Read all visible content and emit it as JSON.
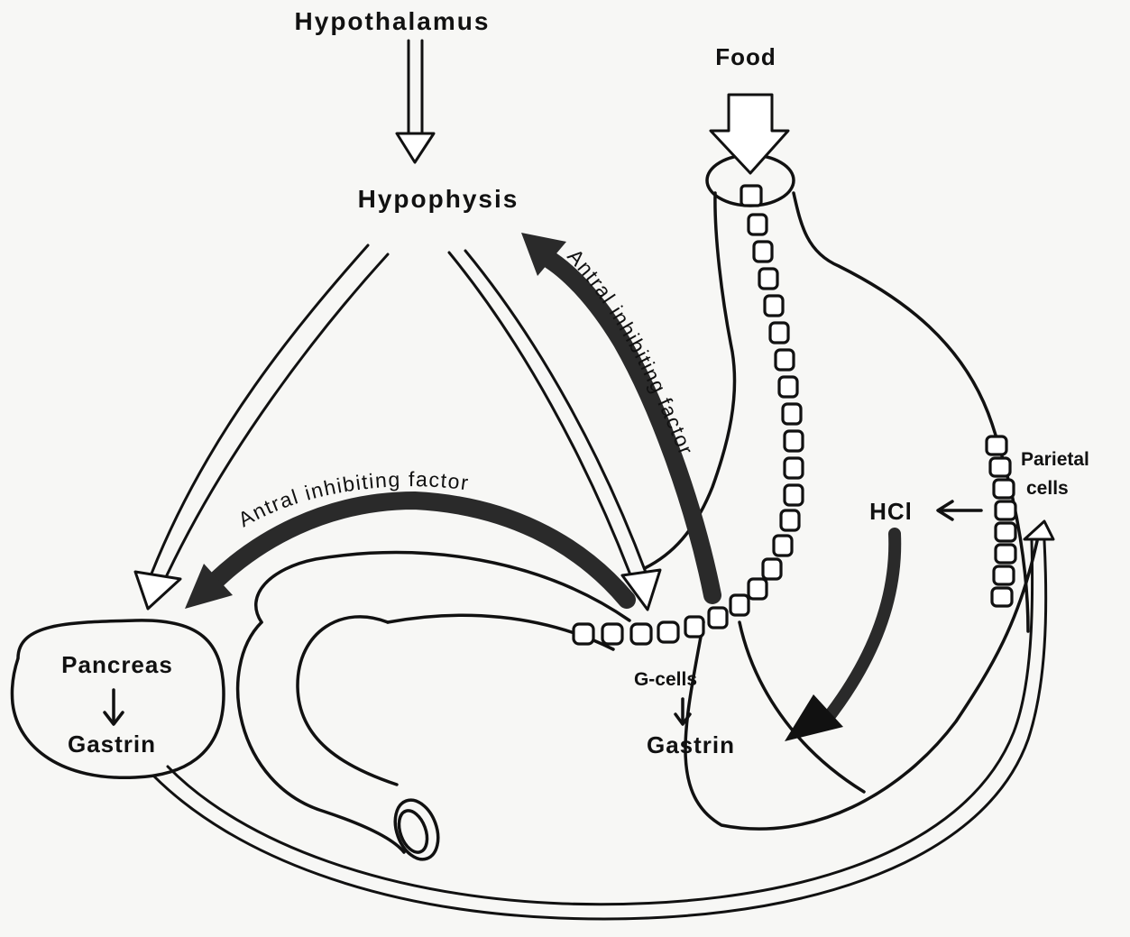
{
  "labels": {
    "hypothalamus": "Hypothalamus",
    "hypophysis": "Hypophysis",
    "food": "Food",
    "antral_factor_upper": "Antral inhibiting factor",
    "antral_factor_left": "Antral inhibiting factor",
    "parietal_line1": "Parietal",
    "parietal_line2": "cells",
    "hcl": "HCl",
    "g_cells": "G-cells",
    "gastrin_right": "Gastrin",
    "pancreas": "Pancreas",
    "gastrin_left": "Gastrin"
  },
  "colors": {
    "ink": "#111111",
    "paper": "#f7f7f5",
    "shaded_arrow": "#2a2a2a"
  }
}
